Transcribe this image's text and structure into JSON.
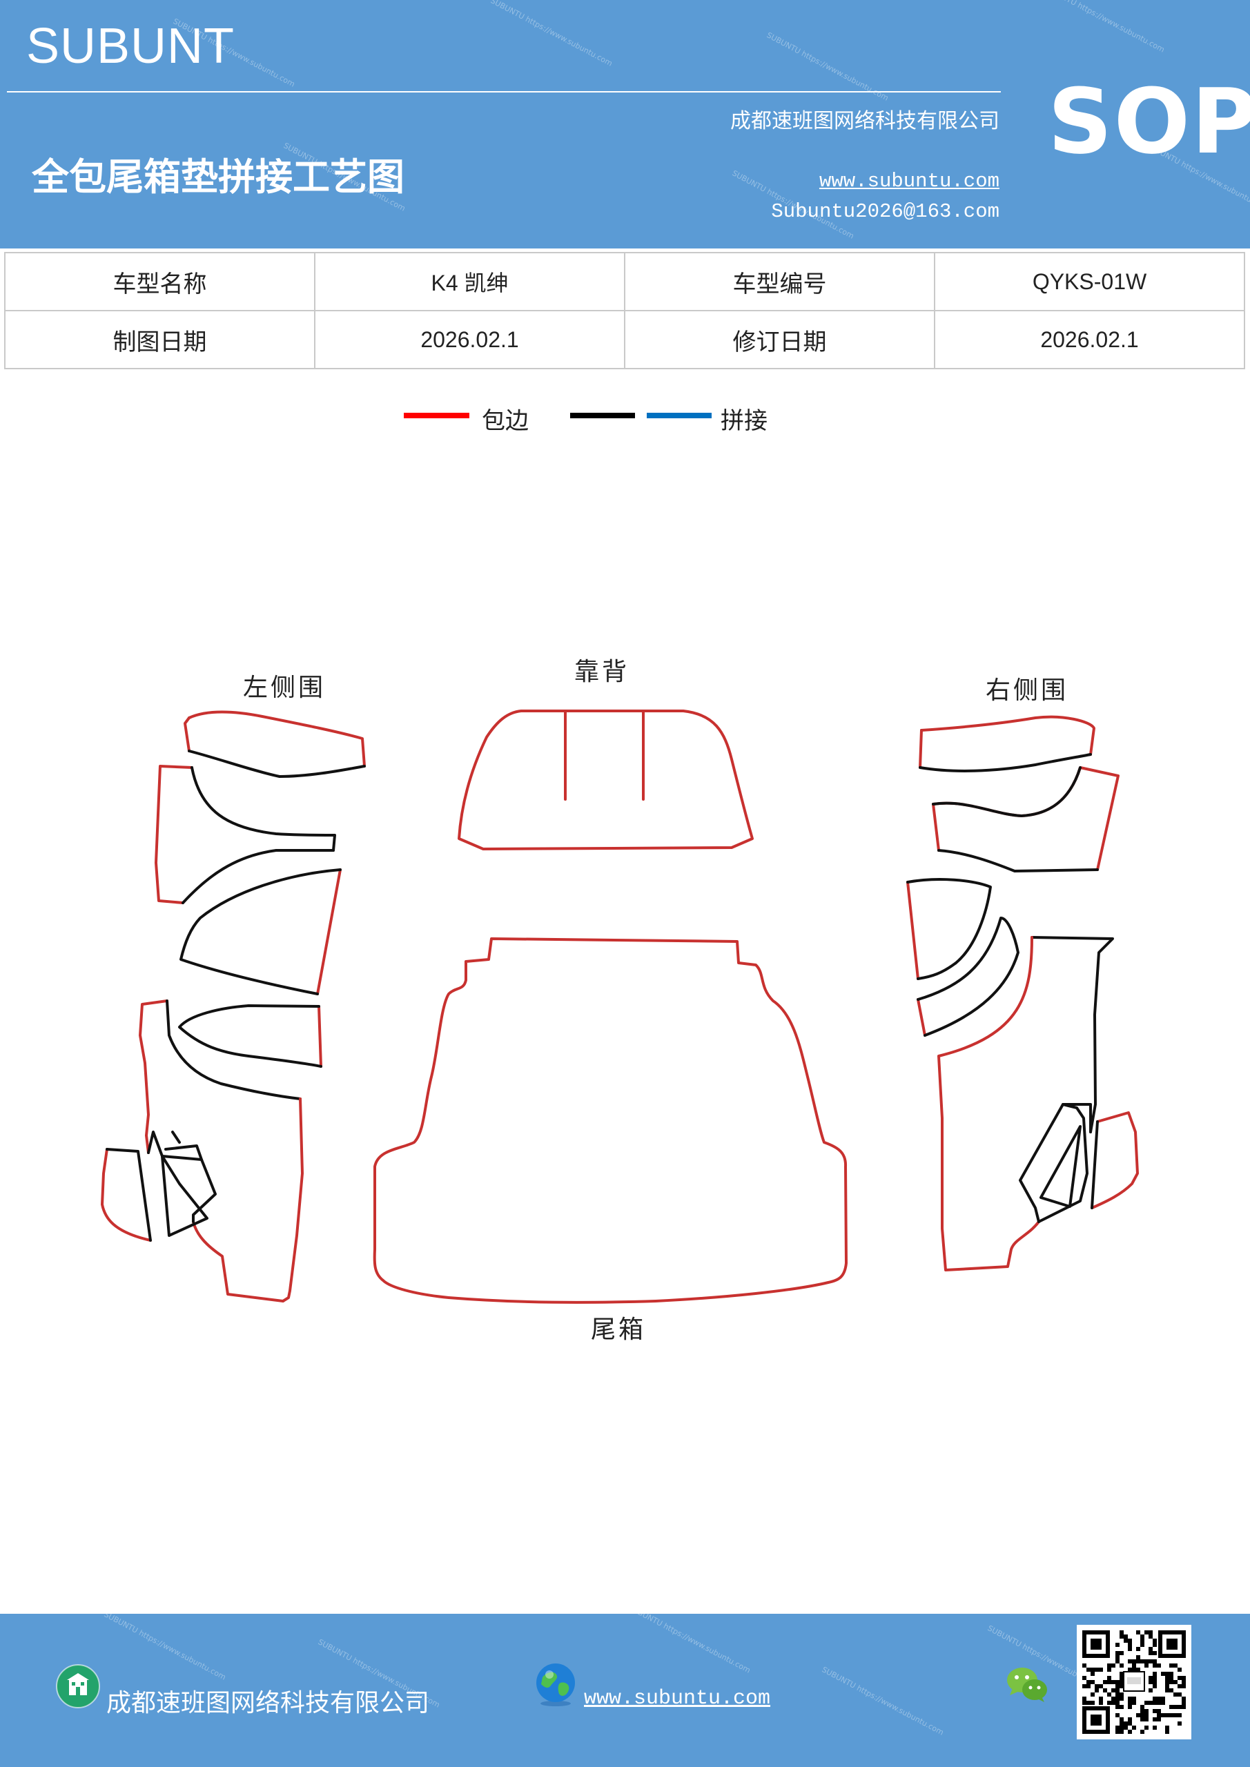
{
  "header": {
    "brand": "SUBUNT",
    "title": "全包尾箱垫拼接工艺图",
    "company": "成都速班图网络科技有限公司",
    "website": "www.subuntu.com",
    "email": "Subuntu2026@163.com",
    "badge": "SOP"
  },
  "info": {
    "row1": {
      "label1": "车型名称",
      "value1": "K4 凯绅",
      "label2": "车型编号",
      "value2": "QYKS-01W"
    },
    "row2": {
      "label1": "制图日期",
      "value1": "2026.02.1",
      "label2": "修订日期",
      "value2": "2026.02.1"
    }
  },
  "legend": {
    "wrap_label": "包边",
    "splice_label": "拼接",
    "colors": {
      "wrap": "#ff0000",
      "splice_black": "#000000",
      "splice_blue": "#0070c0"
    }
  },
  "parts": {
    "left": "左侧围",
    "back": "靠背",
    "right": "右侧围",
    "trunk": "尾箱"
  },
  "footer": {
    "company": "成都速班图网络科技有限公司",
    "website": "www.subuntu.com"
  },
  "colors": {
    "brand_blue": "#5b9bd5",
    "edge_red": "#c8312f",
    "splice": "#111111"
  },
  "icons": [
    "building-icon",
    "globe-icon",
    "wechat-icon",
    "qr-code"
  ]
}
